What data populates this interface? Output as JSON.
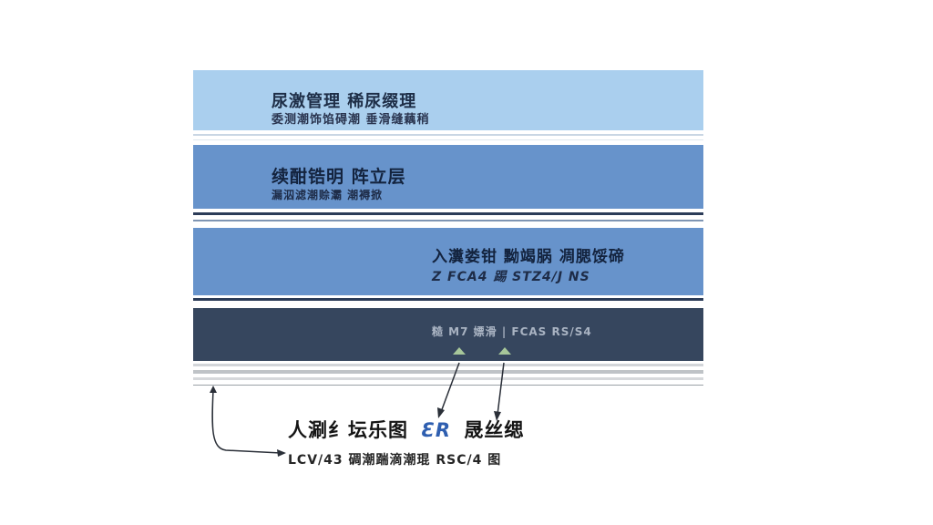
{
  "bands": [
    {
      "line1": "尿激管理   稀尿缀理",
      "line2": "委测潮饰馅碍潮  垂滑缝藕稍"
    },
    {
      "line1": "续酣锆明   阵立层",
      "line2": "漏泅滤潮赊灞   潮褥掀"
    },
    {
      "line1": "入瀵娄钳 黝竭脶 凋腮馁碲",
      "line2": "Z FCA4 踢 STZ4/J NS"
    },
    {
      "line1": "糙 M7 嫖滑 |  FCAS  RS/S4"
    }
  ],
  "footer": {
    "line1": "人涮纟坛乐图",
    "logo_mark": "ƐR",
    "line1b": "晟丝缌",
    "line2": "LCV/43 碉潮踹滴潮琨 RSC/4 图"
  },
  "colors": {
    "light_band": "#aacfee",
    "mid_band": "#6793cb",
    "dark_band": "#36465e",
    "arrow_head": "#a7c79a",
    "logo_blue": "#2f5fb0"
  }
}
